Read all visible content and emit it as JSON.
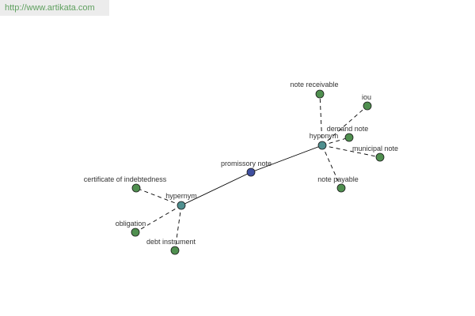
{
  "site": {
    "url": "http://www.artikata.com"
  },
  "graph": {
    "nodes": [
      {
        "id": "center",
        "label": "promissory note",
        "kind": "center"
      },
      {
        "id": "hyponym",
        "label": "hyponym",
        "kind": "relation"
      },
      {
        "id": "hypernym",
        "label": "hypernym",
        "kind": "relation"
      },
      {
        "id": "nr",
        "label": "note receivable",
        "kind": "term"
      },
      {
        "id": "iou",
        "label": "iou",
        "kind": "term"
      },
      {
        "id": "dn",
        "label": "demand note",
        "kind": "term"
      },
      {
        "id": "mn",
        "label": "municipal note",
        "kind": "term"
      },
      {
        "id": "np",
        "label": "note payable",
        "kind": "term"
      },
      {
        "id": "coi",
        "label": "certificate of indebtedness",
        "kind": "term"
      },
      {
        "id": "obl",
        "label": "obligation",
        "kind": "term"
      },
      {
        "id": "di",
        "label": "debt instrument",
        "kind": "term"
      }
    ],
    "edges": [
      {
        "from": "center",
        "to": "hyponym",
        "style": "solid"
      },
      {
        "from": "center",
        "to": "hypernym",
        "style": "solid"
      },
      {
        "from": "hyponym",
        "to": "nr",
        "style": "dashed"
      },
      {
        "from": "hyponym",
        "to": "iou",
        "style": "dashed"
      },
      {
        "from": "hyponym",
        "to": "dn",
        "style": "dashed"
      },
      {
        "from": "hyponym",
        "to": "mn",
        "style": "dashed"
      },
      {
        "from": "hyponym",
        "to": "np",
        "style": "dashed"
      },
      {
        "from": "hypernym",
        "to": "coi",
        "style": "dashed"
      },
      {
        "from": "hypernym",
        "to": "obl",
        "style": "dashed"
      },
      {
        "from": "hypernym",
        "to": "di",
        "style": "dashed"
      }
    ],
    "colors": {
      "center": "#3f4f9f",
      "relation": "#4f8f8f",
      "term": "#4f8f4f",
      "stroke": "#1a1a1a",
      "edge": "#000000"
    }
  }
}
